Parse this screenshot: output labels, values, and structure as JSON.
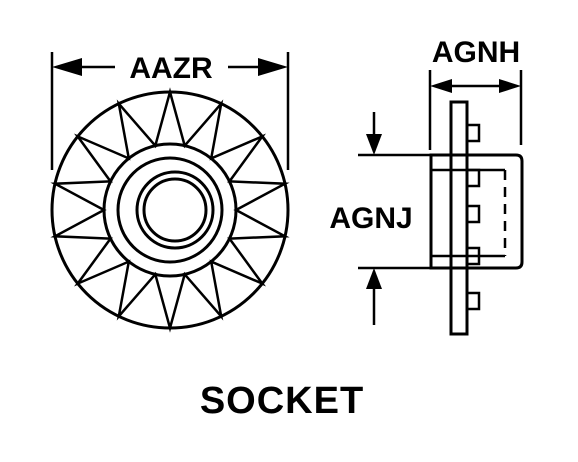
{
  "labels": {
    "diameter": "AAZR",
    "depth": "AGNH",
    "height": "AGNJ",
    "caption": "SOCKET"
  },
  "colors": {
    "line": "#000000",
    "background": "#ffffff"
  }
}
